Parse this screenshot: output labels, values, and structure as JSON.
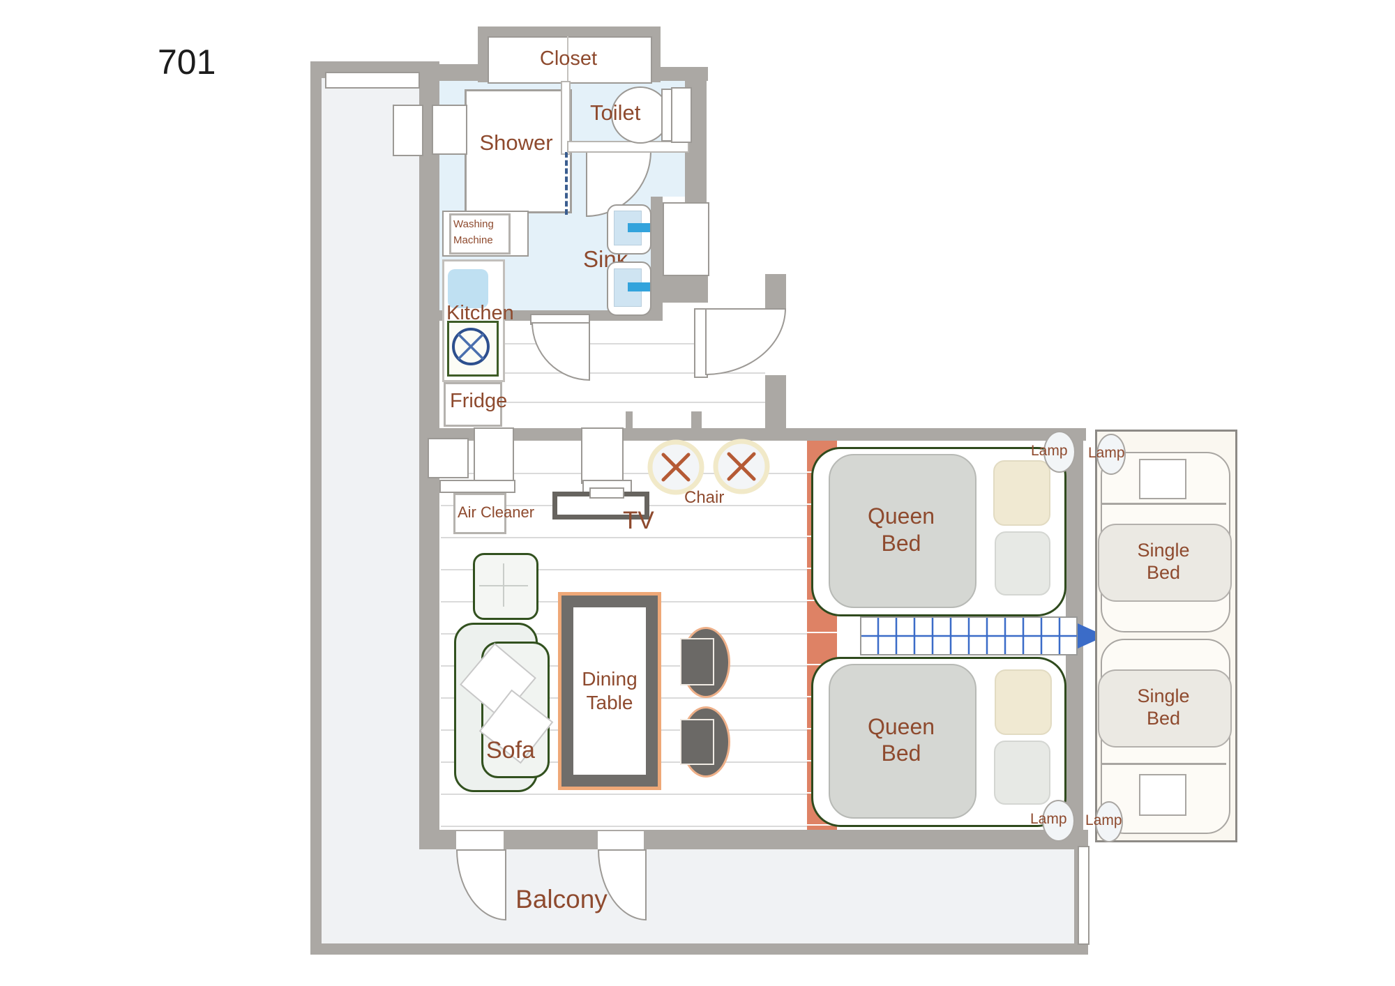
{
  "room_number": "701",
  "rooms": {
    "closet": "Closet",
    "shower": "Shower",
    "toilet": "Toilet",
    "sink": "Sink",
    "kitchen": "Kitchen",
    "balcony": "Balcony"
  },
  "fixtures": {
    "washing_machine": "Washing\nMachine",
    "fridge": "Fridge",
    "air_cleaner": "Air Cleaner",
    "tv": "TV",
    "chair": "Chair",
    "dining_table": "Dining\nTable",
    "sofa": "Sofa"
  },
  "beds": [
    {
      "id": "queen-top",
      "label": "Queen\nBed"
    },
    {
      "id": "queen-bottom",
      "label": "Queen\nBed"
    },
    {
      "id": "single-top",
      "label": "Single\nBed"
    },
    {
      "id": "single-bottom",
      "label": "Single\nBed"
    }
  ],
  "lamps": [
    "Lamp",
    "Lamp",
    "Lamp",
    "Lamp"
  ],
  "colors": {
    "wall_gray": "#ABA8A4",
    "bathroom_fill": "#E4F1F9",
    "balcony_fill": "#F0F2F4",
    "accent_wall_orange": "#DE8265",
    "label_brown": "#8E4A2E",
    "furniture_outline_green": "#32511F",
    "dining_outline_orange": "#EFA877",
    "faucet_blue": "#33A3DC",
    "connector_grid_blue": "#3B6CC8",
    "stove_blue": "#2D4F8E"
  }
}
